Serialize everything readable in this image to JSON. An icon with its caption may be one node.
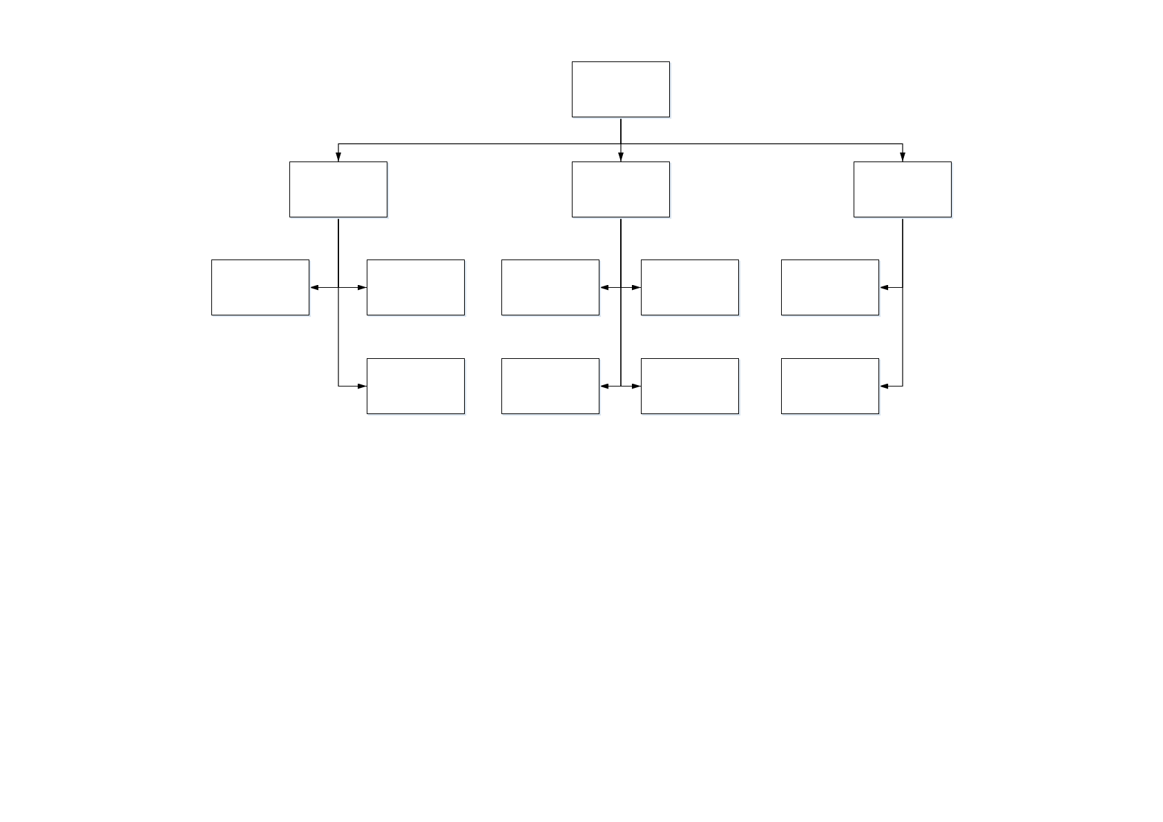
{
  "diagram": {
    "nodes": [
      {
        "text": [],
        "shape": "box"
      },
      {
        "text": [],
        "shape": "box"
      },
      {
        "text": [],
        "shape": "box"
      },
      {
        "text": [],
        "shape": "box"
      },
      {
        "text": [],
        "shape": "box"
      },
      {
        "text": [],
        "shape": "box"
      },
      {
        "text": [],
        "shape": "box"
      },
      {
        "text": [],
        "shape": "box"
      },
      {
        "text": [],
        "shape": "box"
      },
      {
        "text": [],
        "shape": "box"
      },
      {
        "text": [],
        "shape": "box"
      },
      {
        "text": [],
        "shape": "box"
      },
      {
        "text": [],
        "shape": "box"
      }
    ],
    "edges": [
      {
        "from": 0,
        "to": 1,
        "arrow": "to"
      },
      {
        "from": 0,
        "to": 2,
        "arrow": "to"
      },
      {
        "from": 0,
        "to": 3,
        "arrow": "to"
      },
      {
        "from": 1,
        "to": 4,
        "arrow": "to"
      },
      {
        "from": 1,
        "to": 5,
        "arrow": "to"
      },
      {
        "from": 1,
        "to": 9,
        "arrow": "to"
      },
      {
        "from": 2,
        "to": 6,
        "arrow": "to"
      },
      {
        "from": 2,
        "to": 7,
        "arrow": "to"
      },
      {
        "from": 2,
        "to": 10,
        "arrow": "to"
      },
      {
        "from": 2,
        "to": 11,
        "arrow": "to"
      },
      {
        "from": 3,
        "to": 8,
        "arrow": "to"
      },
      {
        "from": 3,
        "to": 12,
        "arrow": "to"
      }
    ]
  }
}
